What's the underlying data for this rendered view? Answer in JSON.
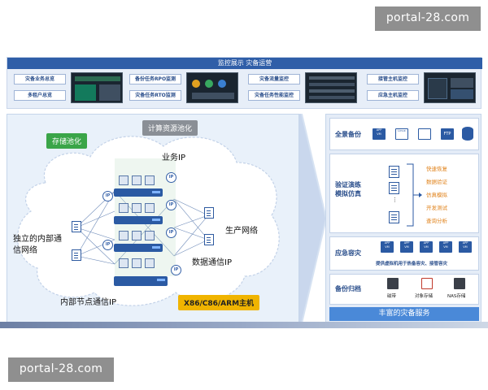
{
  "watermark": {
    "top": "portal-28.com",
    "bottom": "portal-28.com"
  },
  "top_panel": {
    "title": "监控展示 灾备运营",
    "buttons": [
      "灾备业务总览",
      "多租户总览",
      "备份任务RPO监测",
      "灾备任务RTO监测",
      "灾备流量监控",
      "灾备任务性能监控",
      "接管主机监控",
      "应急主机监控"
    ]
  },
  "diagram": {
    "storage_pool": "存储池化",
    "compute_pool": "计算资源池化",
    "business_ip": "业务IP",
    "independent_network": "独立的内部通\n信网络",
    "production_network": "生产网络",
    "data_comm_ip": "数据通信IP",
    "internal_node_ip": "内部节点通信IP",
    "host_types": "X86/C86/ARM主机",
    "ip_badge": "IP"
  },
  "right_panel": {
    "full_backup": {
      "title": "全景备份",
      "icons": [
        {
          "label": "APP\nVM",
          "icon": "app-vm-icon"
        },
        {
          "label": "Linux",
          "icon": "linux-folder-icon"
        },
        {
          "label": "",
          "icon": "monitor-icon"
        },
        {
          "label": "FTP",
          "icon": "ftp-icon"
        },
        {
          "label": "",
          "icon": "database-icon"
        }
      ]
    },
    "drill": {
      "title": "验证演练\n模拟仿真",
      "items": [
        "快速恢复",
        "数据验证",
        "仿真模拟",
        "开发测试",
        "查询分析"
      ]
    },
    "emergency": {
      "title": "应急容灾",
      "caption": "提供虚拟机用于热备容灾、接管容灾"
    },
    "archive": {
      "title": "备份归档",
      "targets": [
        "磁带",
        "对象存储",
        "NAS存储"
      ]
    },
    "service_bar": "丰富的灾备服务"
  },
  "colors": {
    "accent": "#2f5ea8",
    "green": "#3aa548",
    "orange": "#e0821a",
    "yellow": "#f0b400"
  }
}
